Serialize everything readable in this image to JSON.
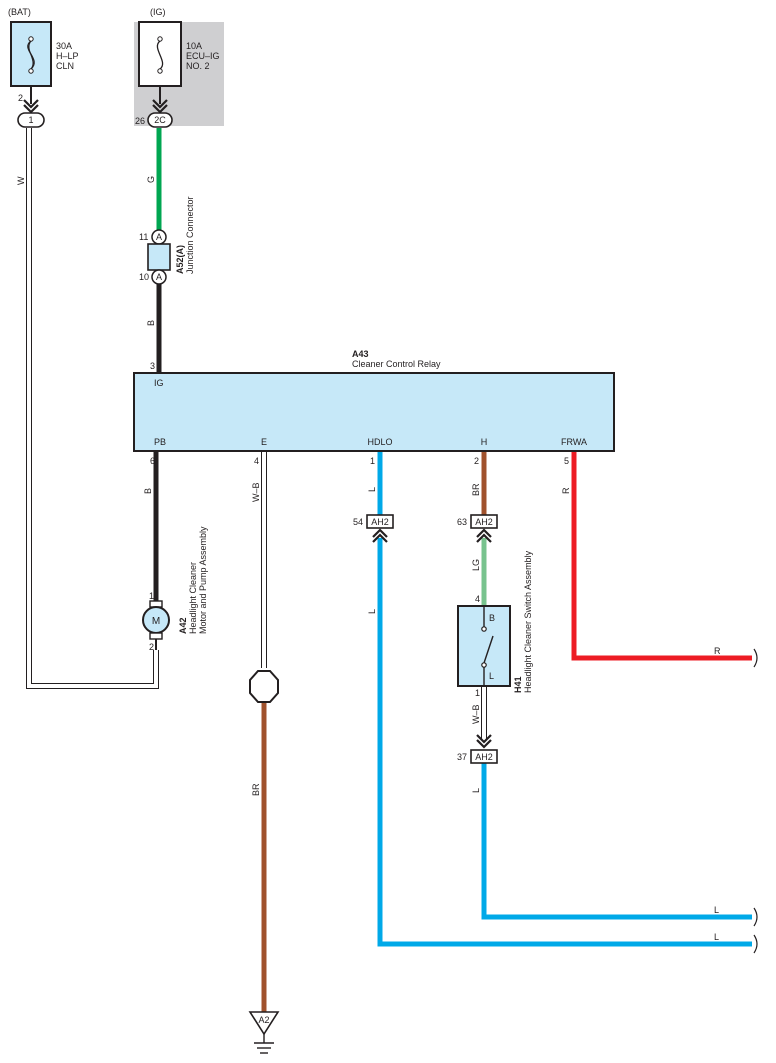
{
  "colors": {
    "G": "#00a651",
    "B": "#231f20",
    "W": "#ffffff",
    "WB": "#ffffff",
    "L": "#00a9e8",
    "BR": "#a0522d",
    "LG": "#78c38e",
    "R": "#ed1c24",
    "box_fill": "#c6e8f8",
    "ig_shade": "#cfcfd1"
  },
  "power": {
    "bat_label": "(BAT)",
    "ig_label": "(IG)",
    "fuse1": {
      "l1": "30A",
      "l2": "H–LP",
      "l3": "CLN"
    },
    "fuse2": {
      "l1": "10A",
      "l2": "ECU–IG",
      "l3": "NO. 2"
    }
  },
  "connectors": {
    "bat_pin": "2",
    "bat_conn": "1",
    "ig_pin": "26",
    "ig_conn": "2C",
    "jc_top_pin": "11",
    "jc_bot_pin": "10",
    "jc_letter": "A",
    "ah2": "AH2",
    "ah2_hdlo_pin": "54",
    "ah2_h_pin": "63",
    "ah2_sw_pin": "37",
    "ground": "A2"
  },
  "junction": {
    "code": "A52(A)",
    "name": "Junction Connector"
  },
  "relay": {
    "code": "A43",
    "name": "Cleaner Control Relay",
    "ig_pin": "3",
    "ig_label": "IG",
    "pins": [
      {
        "label": "PB",
        "num": "6"
      },
      {
        "label": "E",
        "num": "4"
      },
      {
        "label": "HDLO",
        "num": "1"
      },
      {
        "label": "H",
        "num": "2"
      },
      {
        "label": "FRWA",
        "num": "5"
      }
    ]
  },
  "motor": {
    "code": "A42",
    "name1": "Headlight Cleaner",
    "name2": "Motor and Pump Assembly",
    "symbol": "M",
    "pin1": "1",
    "pin2": "2"
  },
  "switch": {
    "code": "H41",
    "name": "Headlight Cleaner Switch Assembly",
    "pin_top": "4",
    "pin_bot": "1",
    "term_top": "B",
    "term_bot": "L"
  },
  "wires": {
    "w_bat": "W",
    "g_ig": "G",
    "b_ig": "B",
    "b_pb": "B",
    "wb_e": "W–B",
    "br_ground": "BR",
    "l_hdlo": "L",
    "l_hdlo_lower": "L",
    "br_h": "BR",
    "lg_sw": "LG",
    "wb_sw": "W–B",
    "l_sw": "L",
    "r_frwa": "R",
    "r_right": "R",
    "l_right1": "L",
    "l_right2": "L"
  }
}
